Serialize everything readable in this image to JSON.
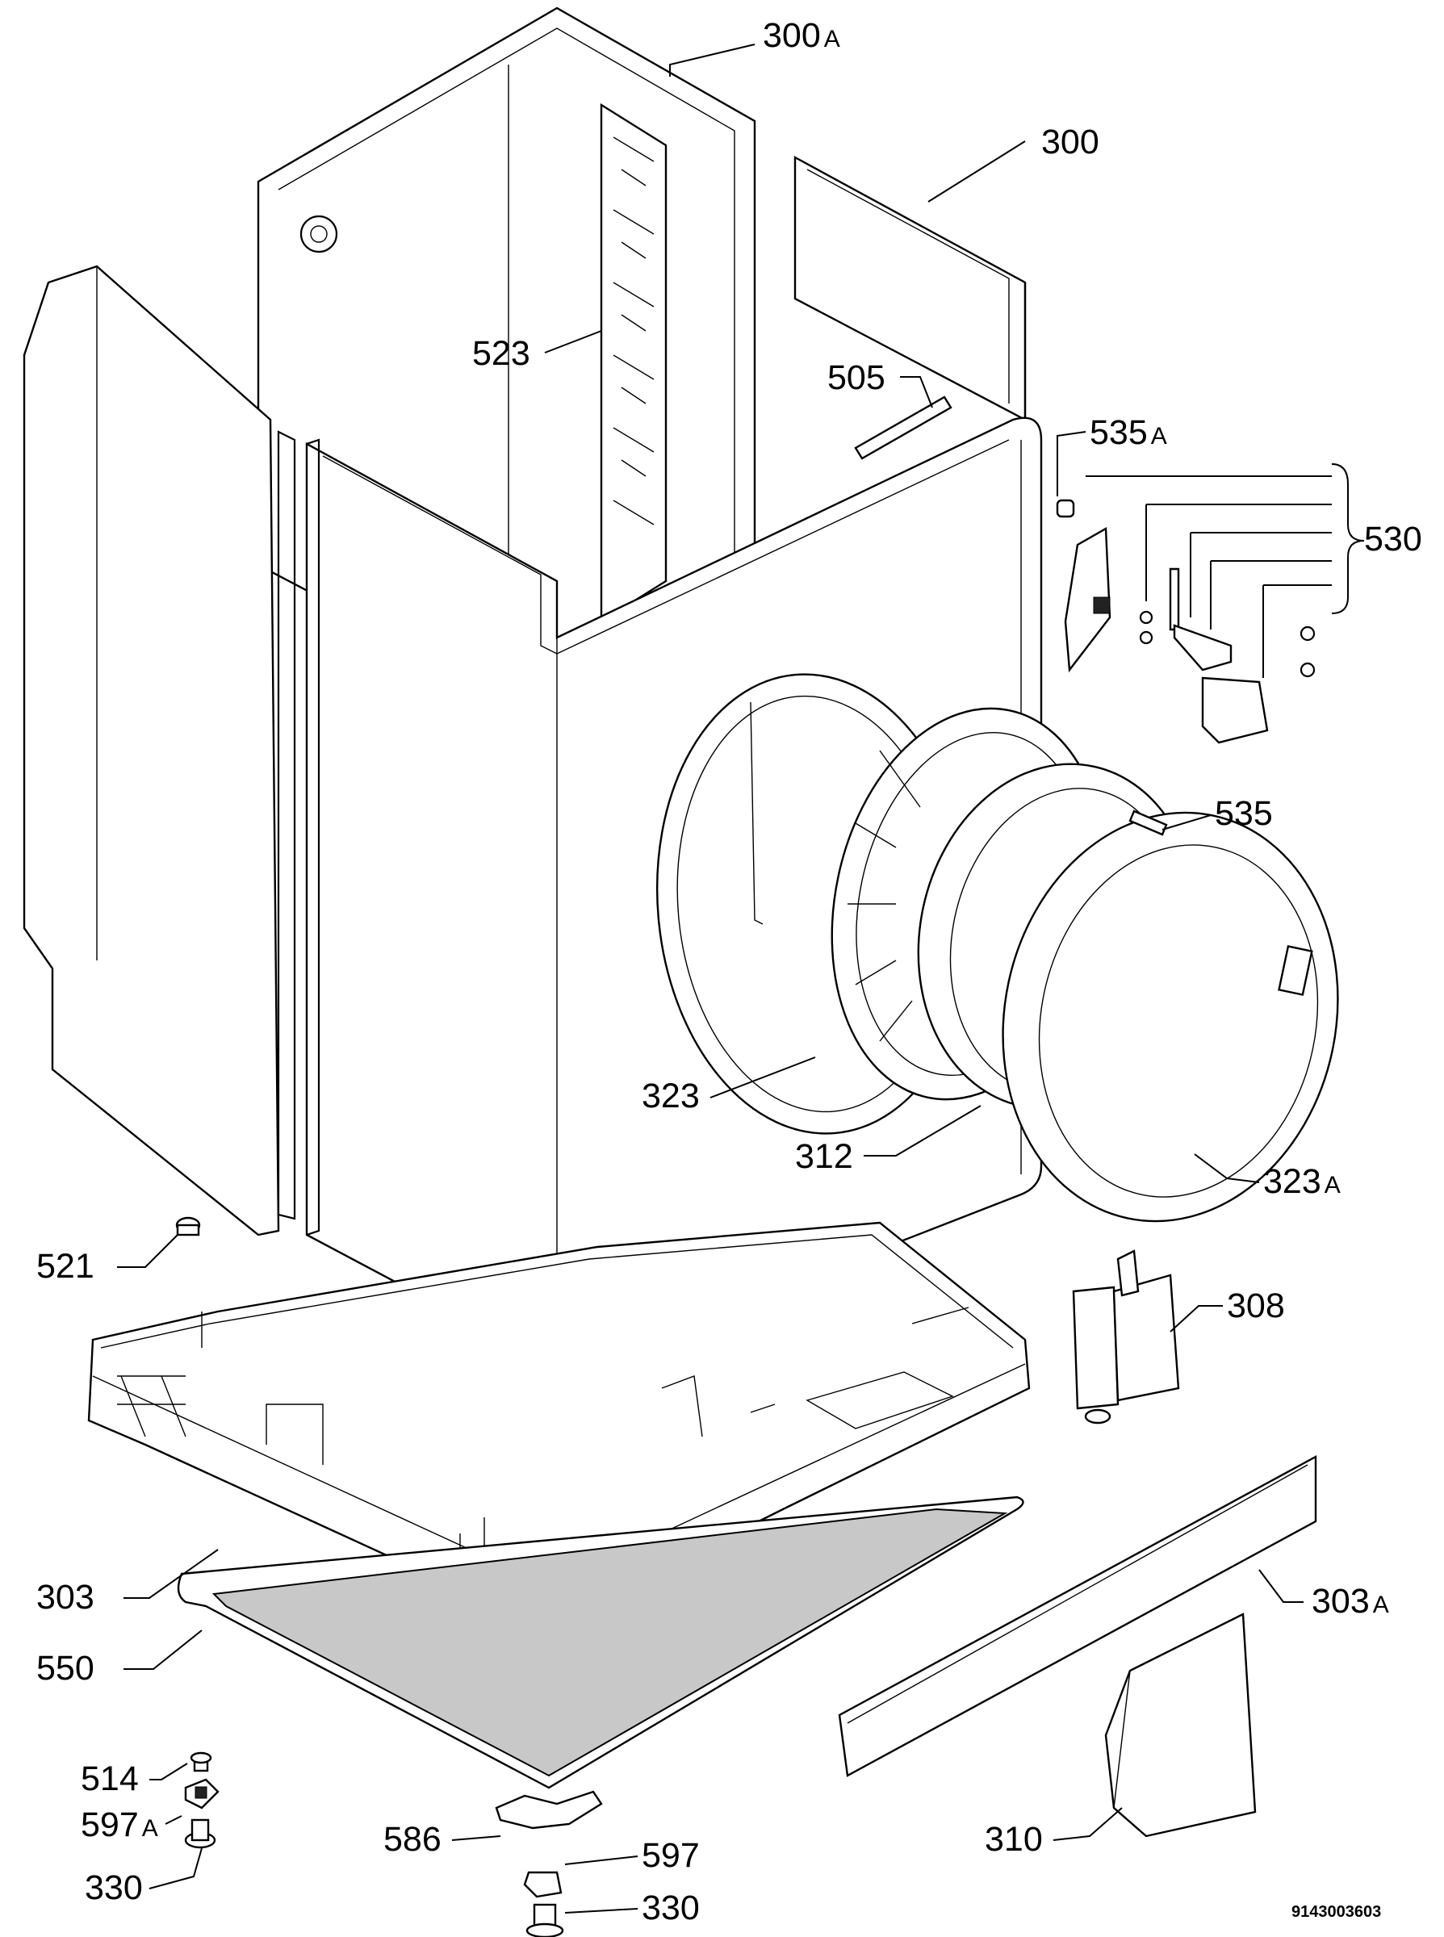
{
  "drawing_code": "9143003603",
  "callouts": [
    {
      "id": "c300a",
      "num": "300",
      "suffix": "A"
    },
    {
      "id": "c300",
      "num": "300",
      "suffix": ""
    },
    {
      "id": "c523",
      "num": "523",
      "suffix": ""
    },
    {
      "id": "c505",
      "num": "505",
      "suffix": ""
    },
    {
      "id": "c535a",
      "num": "535",
      "suffix": "A"
    },
    {
      "id": "c530",
      "num": "530",
      "suffix": ""
    },
    {
      "id": "c535",
      "num": "535",
      "suffix": ""
    },
    {
      "id": "c323",
      "num": "323",
      "suffix": ""
    },
    {
      "id": "c312",
      "num": "312",
      "suffix": ""
    },
    {
      "id": "c323a",
      "num": "323",
      "suffix": "A"
    },
    {
      "id": "c521",
      "num": "521",
      "suffix": ""
    },
    {
      "id": "c308",
      "num": "308",
      "suffix": ""
    },
    {
      "id": "c303",
      "num": "303",
      "suffix": ""
    },
    {
      "id": "c303a",
      "num": "303",
      "suffix": "A"
    },
    {
      "id": "c550",
      "num": "550",
      "suffix": ""
    },
    {
      "id": "c514",
      "num": "514",
      "suffix": ""
    },
    {
      "id": "c597a",
      "num": "597",
      "suffix": "A"
    },
    {
      "id": "c586",
      "num": "586",
      "suffix": ""
    },
    {
      "id": "c597",
      "num": "597",
      "suffix": ""
    },
    {
      "id": "c330a",
      "num": "330",
      "suffix": ""
    },
    {
      "id": "c330b",
      "num": "330",
      "suffix": ""
    },
    {
      "id": "c310",
      "num": "310",
      "suffix": ""
    }
  ]
}
